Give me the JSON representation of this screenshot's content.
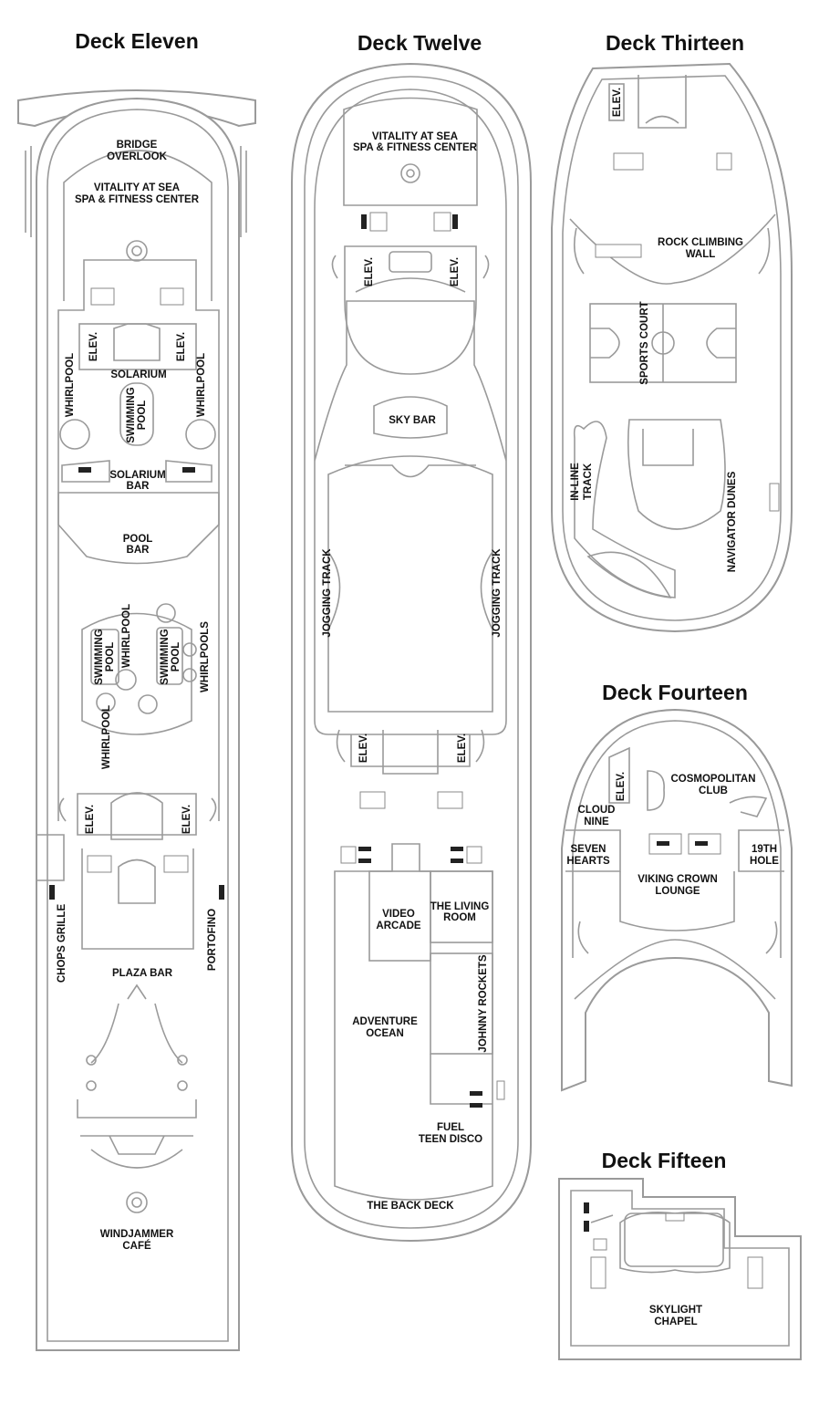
{
  "decks": {
    "eleven": {
      "title": "Deck Eleven",
      "labels": {
        "bridge_overlook": [
          "BRIDGE",
          "OVERLOOK"
        ],
        "vitality": [
          "VITALITY AT SEA",
          "SPA & FITNESS CENTER"
        ],
        "elev": "ELEV.",
        "solarium": "SOLARIUM",
        "whirlpool": "WHIRLPOOL",
        "swimming_pool": [
          "SWIMMING",
          "POOL"
        ],
        "solarium_bar": [
          "SOLARIUM",
          "BAR"
        ],
        "pool_bar": [
          "POOL",
          "BAR"
        ],
        "whirlpools": "WHIRLPOOLS",
        "chops_grille": "CHOPS GRILLE",
        "portofino": "PORTOFINO",
        "plaza_bar": "PLAZA BAR",
        "windjammer": [
          "WINDJAMMER",
          "CAFÉ"
        ]
      }
    },
    "twelve": {
      "title": "Deck Twelve",
      "labels": {
        "vitality": [
          "VITALITY AT SEA",
          "SPA & FITNESS CENTER"
        ],
        "elev": "ELEV.",
        "sky_bar": "SKY BAR",
        "jogging_track": "JOGGING TRACK",
        "video_arcade": [
          "VIDEO",
          "ARCADE"
        ],
        "living_room": [
          "THE LIVING",
          "ROOM"
        ],
        "adventure_ocean": [
          "ADVENTURE",
          "OCEAN"
        ],
        "johnny_rockets": "JOHNNY ROCKETS",
        "fuel": [
          "FUEL",
          "TEEN DISCO"
        ],
        "back_deck": "THE BACK DECK"
      }
    },
    "thirteen": {
      "title": "Deck Thirteen",
      "labels": {
        "elev": "ELEV.",
        "rock_climbing": [
          "ROCK CLIMBING",
          "WALL"
        ],
        "sports_court": "SPORTS COURT",
        "inline_track": [
          "IN-LINE",
          "TRACK"
        ],
        "navigator_dunes": "NAVIGATOR DUNES"
      }
    },
    "fourteen": {
      "title": "Deck Fourteen",
      "labels": {
        "elev": "ELEV.",
        "cosmopolitan": [
          "COSMOPOLITAN",
          "CLUB"
        ],
        "cloud_nine": [
          "CLOUD",
          "NINE"
        ],
        "seven_hearts": [
          "SEVEN",
          "HEARTS"
        ],
        "nineteenth_hole": [
          "19TH",
          "HOLE"
        ],
        "viking_crown": [
          "VIKING CROWN",
          "LOUNGE"
        ]
      }
    },
    "fifteen": {
      "title": "Deck Fifteen",
      "labels": {
        "skylight_chapel": [
          "SKYLIGHT",
          "CHAPEL"
        ]
      }
    }
  }
}
